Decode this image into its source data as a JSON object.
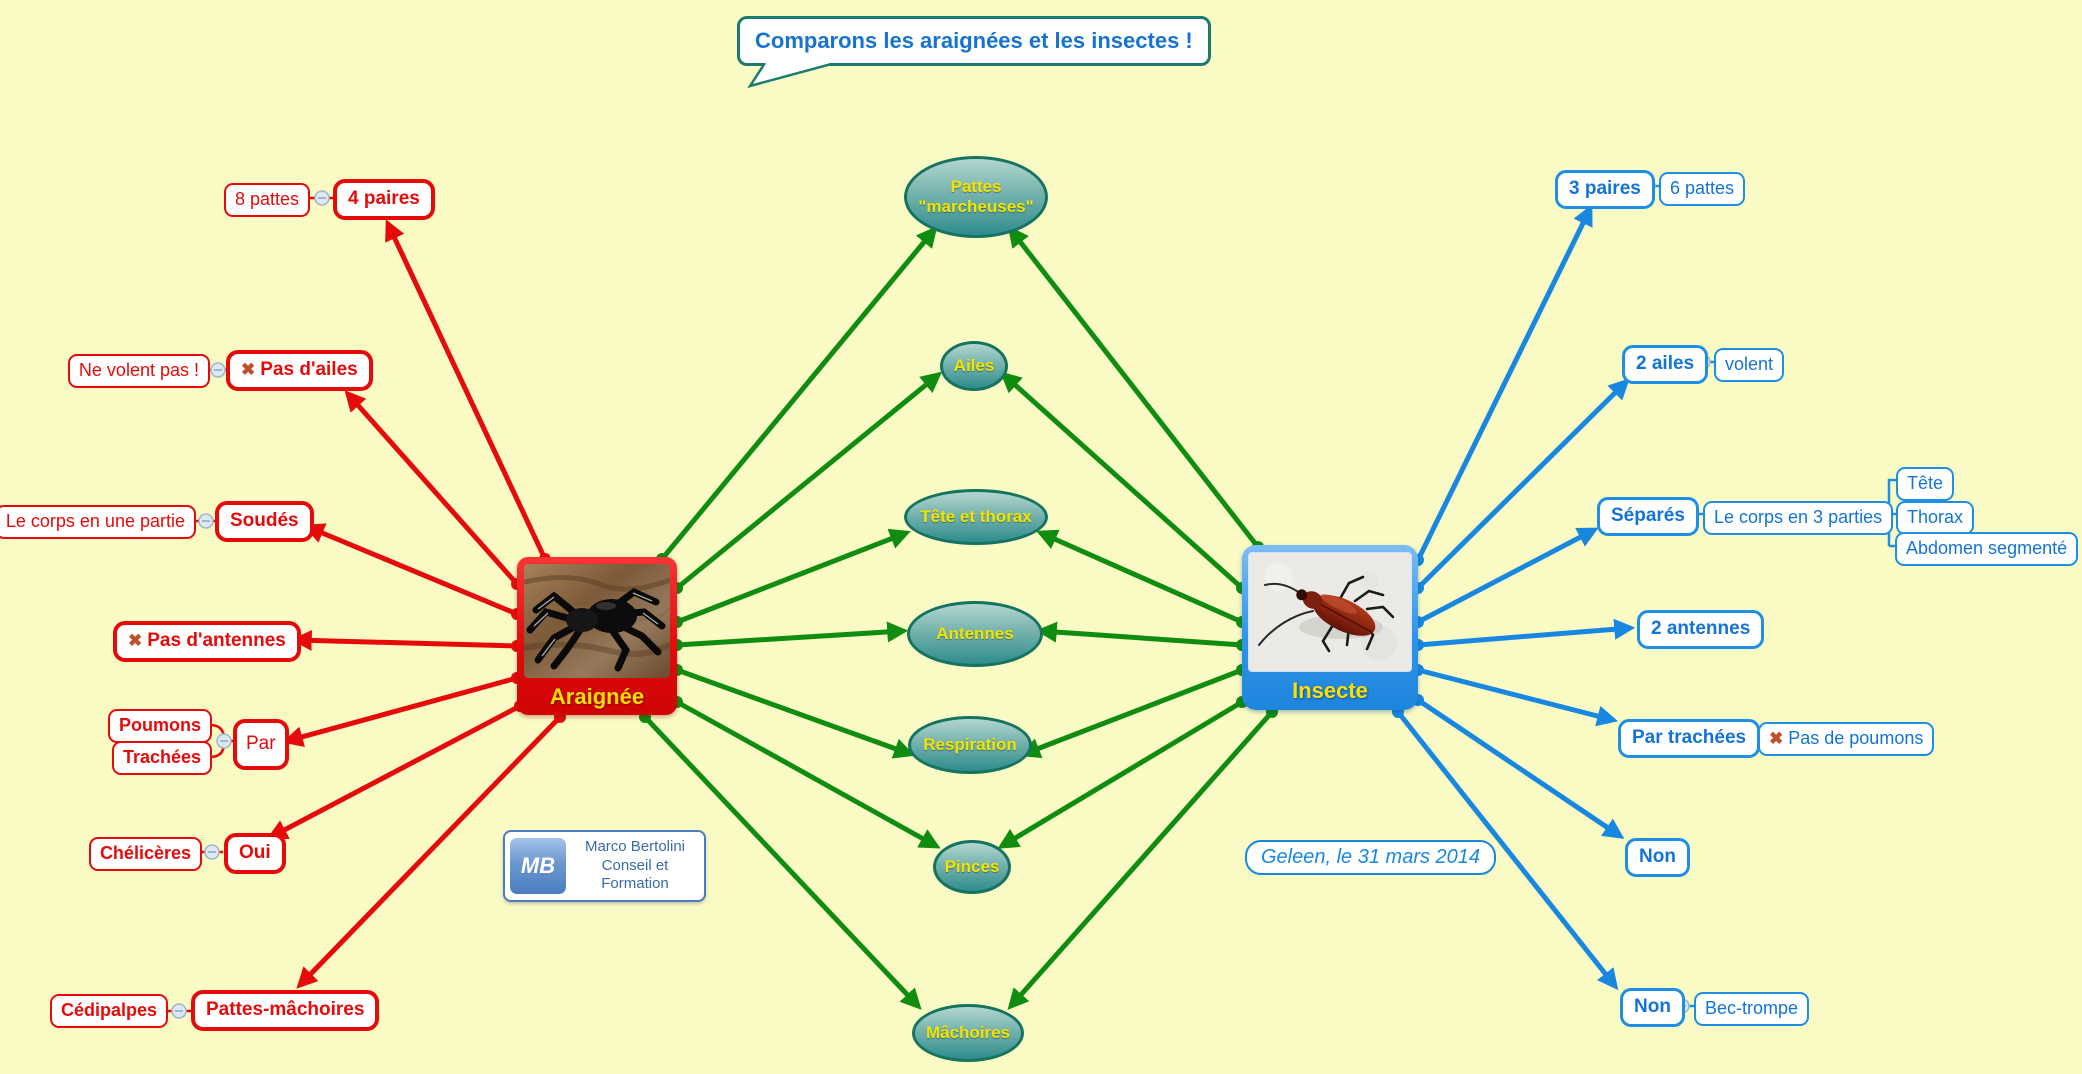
{
  "title": "Comparons les araignées et les insectes !",
  "icons": {
    "cross": "✖"
  },
  "spider": {
    "label": "Araignée",
    "branches": {
      "paires": {
        "child": "8 pattes",
        "main": "4 paires"
      },
      "ailes": {
        "child": "Ne volent pas !",
        "main": "Pas d'ailes"
      },
      "corps": {
        "child": "Le corps en une partie",
        "main": "Soudés"
      },
      "antennes": {
        "main": "Pas d'antennes"
      },
      "respiration": {
        "children": [
          "Poumons",
          "Trachées"
        ],
        "main": "Par"
      },
      "pinces": {
        "child": "Chélicères",
        "main": "Oui"
      },
      "machoires": {
        "child": "Cédipalpes",
        "main": "Pattes-mâchoires"
      }
    }
  },
  "insect": {
    "label": "Insecte",
    "branches": {
      "paires": {
        "main": "3 paires",
        "child": "6 pattes"
      },
      "ailes": {
        "main": "2 ailes",
        "child": "volent"
      },
      "corps": {
        "main": "Séparés",
        "child": "Le corps en 3 parties",
        "grandchildren": [
          "Tête",
          "Thorax",
          "Abdomen segmenté"
        ]
      },
      "antennes": {
        "main": "2 antennes"
      },
      "respiration": {
        "main": "Par trachées",
        "child": "Pas de poumons"
      },
      "pinces": {
        "main": "Non"
      },
      "machoires": {
        "main": "Non",
        "child": "Bec-trompe"
      }
    }
  },
  "topics": [
    {
      "lines": [
        "Pattes",
        "\"marcheuses\""
      ]
    },
    {
      "lines": [
        "Ailes"
      ]
    },
    {
      "lines": [
        "Tête et thorax"
      ]
    },
    {
      "lines": [
        "Antennes"
      ]
    },
    {
      "lines": [
        "Respiration"
      ]
    },
    {
      "lines": [
        "Pinces"
      ]
    },
    {
      "lines": [
        "Mâchoires"
      ]
    }
  ],
  "logo": {
    "initials": "MB",
    "lines": [
      "Marco Bertolini",
      "Conseil et",
      "Formation"
    ]
  },
  "date_note": "Geleen, le 31 mars 2014",
  "colors": {
    "background": "#fafac4",
    "spider_accent": "#e60b0b",
    "insect_accent": "#1787e0",
    "arrow_green": "#108c10",
    "topic_border": "#15735f",
    "topic_text": "#f2e400",
    "title_text": "#1673d2",
    "cross_icon": "#c0502a"
  }
}
